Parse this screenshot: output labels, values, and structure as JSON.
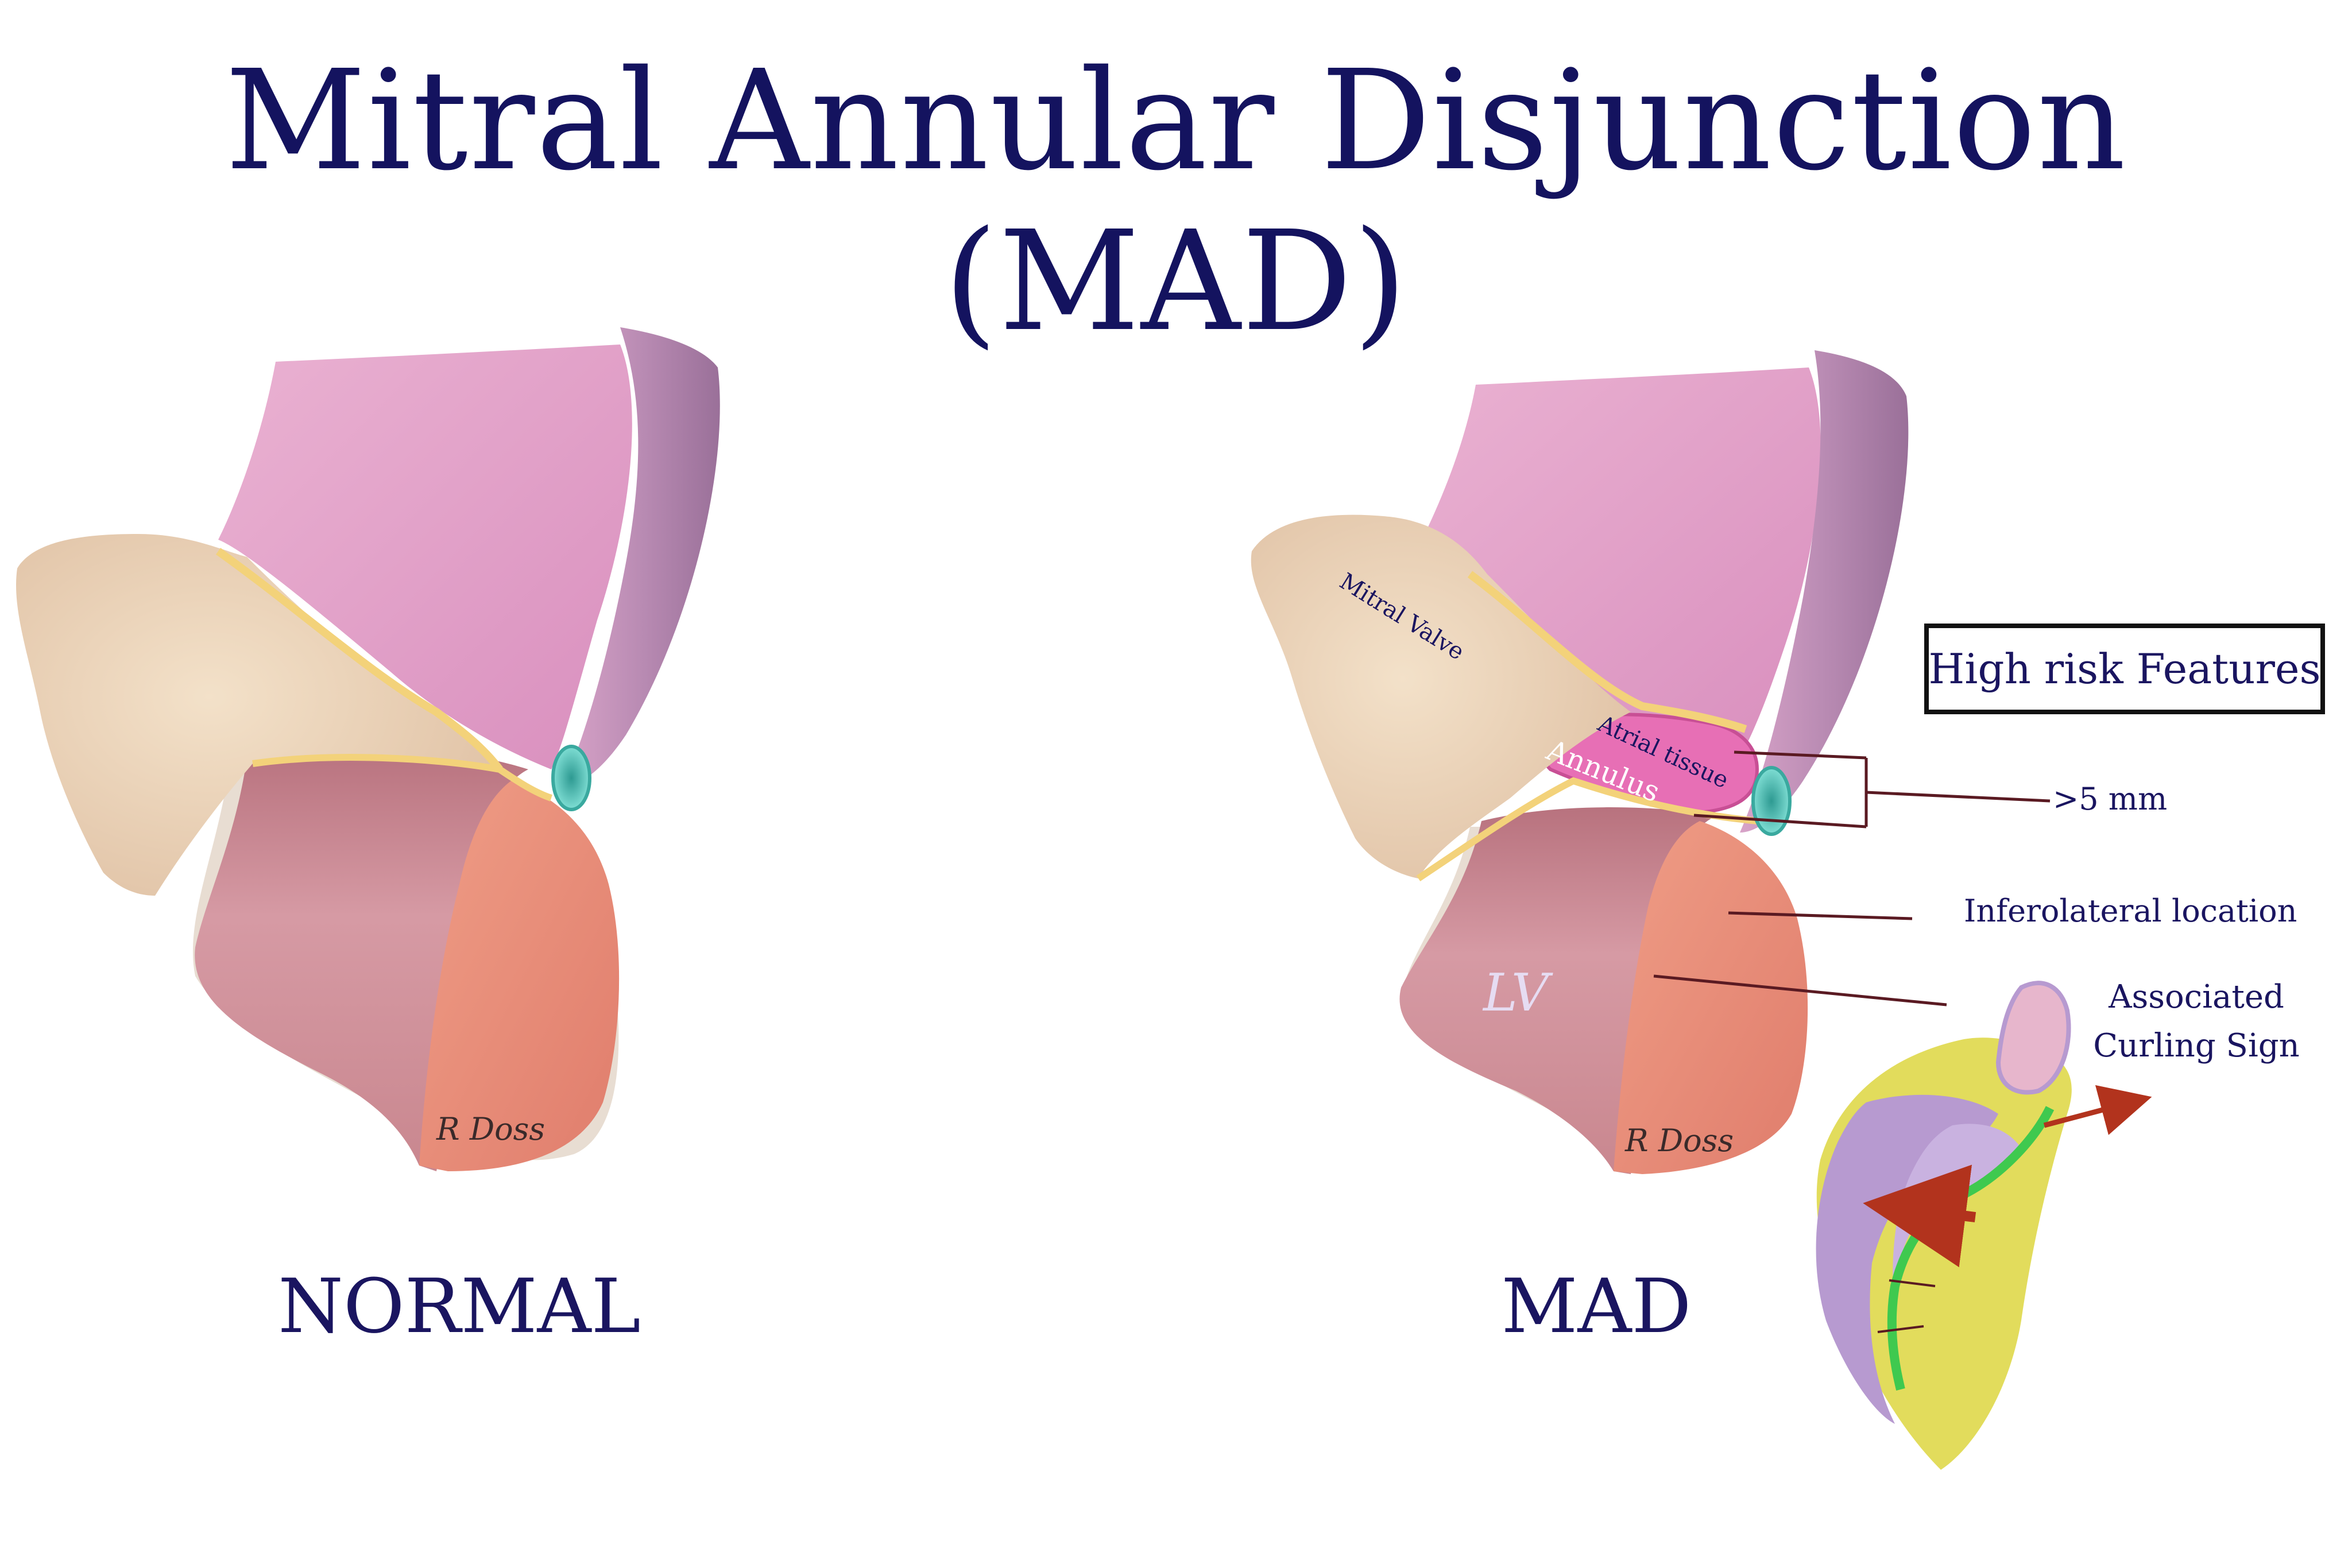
{
  "title": "Mitral Annular Disjunction (MAD)",
  "panels": {
    "normal": {
      "caption": "NORMAL",
      "signature": "R Doss"
    },
    "mad": {
      "caption": "MAD",
      "signature": "R Doss",
      "labels": {
        "mitral_valve": "Mitral Valve",
        "atrial_tissue": "Atrial tissue",
        "annulus": "Annulus",
        "lv": "LV"
      }
    }
  },
  "high_risk": {
    "box_title": "High risk Features",
    "distance": ">5 mm",
    "location": "Inferolateral location",
    "curling_line1": "Associated",
    "curling_line2": "Curling Sign"
  },
  "colors": {
    "title": "#14135f",
    "atrium": "#e7a8c9",
    "atrium_wall": "#c88bb8",
    "leaflet": "#ead3b6",
    "lv_cavity": "#c98a96",
    "myocardium": "#e8907e",
    "annulus_ring": "#5cc7bd",
    "atrial_tissue": "#e76fb5",
    "inset_yellow": "#e2dc5c",
    "inset_lilac": "#b79ad0",
    "curling_green": "#3fc94f",
    "arrow_red": "#b2331d",
    "leader_line": "#5a1a22"
  }
}
